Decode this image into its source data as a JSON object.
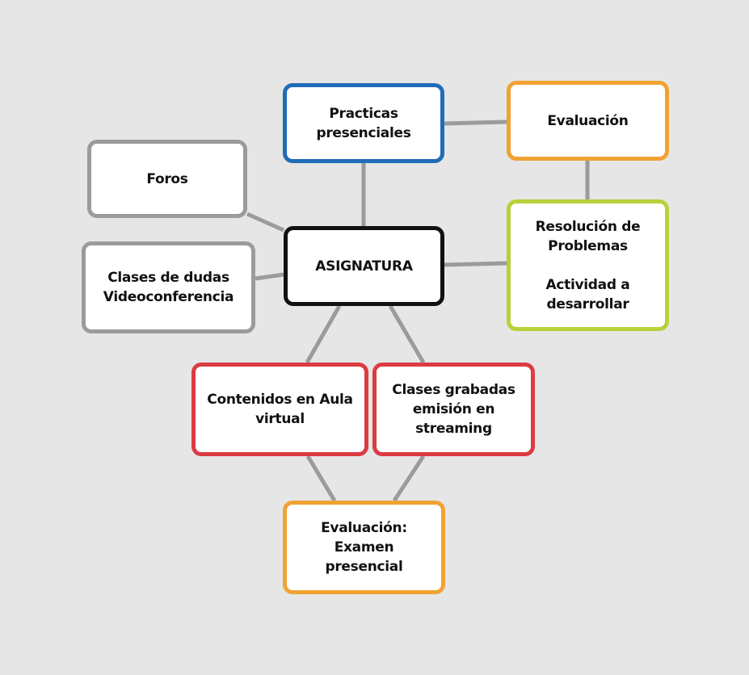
{
  "diagram": {
    "nodes": {
      "foros": {
        "label": "Foros"
      },
      "clases_dudas": {
        "label": "Clases de dudas\nVideoconferencia"
      },
      "asignatura": {
        "label": "ASIGNATURA"
      },
      "practicas": {
        "label": "Practicas\npresenciales"
      },
      "evaluacion_top": {
        "label": "Evaluación"
      },
      "resolucion": {
        "label": "Resolución de\nProblemas\n\nActividad a\ndesarrollar"
      },
      "contenidos": {
        "label": "Contenidos en Aula\nvirtual"
      },
      "clases_grabadas": {
        "label": "Clases grabadas\nemisión en\nstreaming"
      },
      "evaluacion_bottom": {
        "label": "Evaluación:\nExamen\npresencial"
      }
    },
    "edges": [
      {
        "from": "asignatura",
        "to": "practicas"
      },
      {
        "from": "practicas",
        "to": "evaluacion_top"
      },
      {
        "from": "evaluacion_top",
        "to": "resolucion"
      },
      {
        "from": "asignatura",
        "to": "resolucion"
      },
      {
        "from": "asignatura",
        "to": "foros"
      },
      {
        "from": "asignatura",
        "to": "clases_dudas"
      },
      {
        "from": "asignatura",
        "to": "contenidos"
      },
      {
        "from": "asignatura",
        "to": "clases_grabadas"
      },
      {
        "from": "contenidos",
        "to": "evaluacion_bottom"
      },
      {
        "from": "clases_grabadas",
        "to": "evaluacion_bottom"
      }
    ],
    "colors": {
      "background": "#e6e6e6",
      "connector": "#9b9b9b",
      "gray": "#9b9b9b",
      "blue": "#1f6db8",
      "orange": "#f0a233",
      "green": "#b6d13a",
      "red": "#dc3b42",
      "black": "#111111"
    }
  }
}
